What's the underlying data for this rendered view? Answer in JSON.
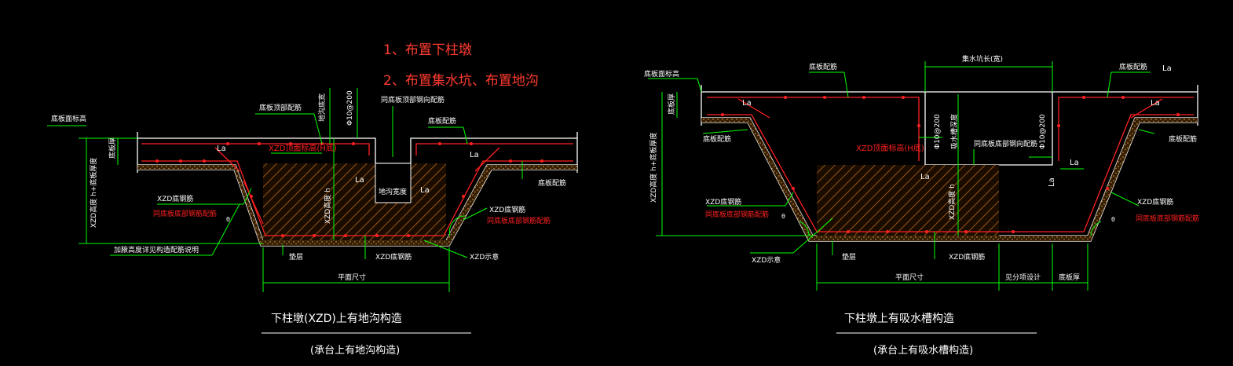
{
  "colors": {
    "background": "#000000",
    "outline": "#ffffff",
    "dimension": "#00ff00",
    "rebar": "#ff2020",
    "hatch": "#b5651d",
    "note_text": "#ff3b30"
  },
  "notes": [
    "1、布置下柱墩",
    "2、布置集水坑、布置地沟"
  ],
  "left": {
    "title": "下柱墩(XZD)上有地沟构造",
    "subtitle": "(承台上有地沟构造)",
    "labels": {
      "slab_elev": "底板面标高",
      "slab_top_rebar": "底板顶部配筋",
      "trench_width": "地沟底宽",
      "spacing": "Φ10@200",
      "same_rebar": "同底板顶部钢向配筋",
      "bottom_rebar_top": "底板配筋",
      "xzd_top_elev": "XZD顶面标高(H底)",
      "la1": "La",
      "la2": "La",
      "la3": "La",
      "la4": "La",
      "trench": "地沟宽度",
      "slab_thk": "底板厚",
      "xzd_h": "XZD高度 h",
      "xzd_total": "XZD高度 h+底板厚度",
      "slab_rebar_r": "底板配筋",
      "xzd_bottom_l": "XZD底钢筋",
      "xzd_bottom_l2": "同底板底部钢筋配筋",
      "xzd_bottom_r": "XZD底钢筋",
      "xzd_bottom_r2": "同底板底部钢筋配筋",
      "angle": "θ",
      "haunch_note": "加腋高度详见构造配筋说明",
      "cushion": "垫层",
      "xzd_bottom_rebar": "XZD底钢筋",
      "xzd_show": "XZD示意",
      "plan_size": "平面尺寸"
    }
  },
  "right": {
    "title": "下柱墩上有吸水槽构造",
    "subtitle": "(承台上有吸水槽构造)",
    "labels": {
      "slab_elev": "底板面标高",
      "slab_rebar_l": "底板配筋",
      "pit_size": "集水坑长(宽)",
      "slab_rebar_r": "底板配筋",
      "la_top": "La",
      "slab_thk": "底板厚",
      "spacing_l": "Φ10@200",
      "pit_depth": "吸水槽深度",
      "spacing_r": "Φ10@200",
      "xzd_top_elev": "XZD顶面标高(H底)",
      "same_rebar": "同底板底部钢向配筋",
      "la1": "La",
      "la2": "La",
      "la3": "La",
      "la4": "La",
      "la5": "La",
      "slab_rebar_l2": "底板配筋",
      "slab_rebar_r2": "底板配筋",
      "xzd_h": "XZD高度 h",
      "xzd_total": "XZD高度 h+底板厚度",
      "xzd_bottom_l": "XZD底钢筋",
      "xzd_bottom_l2": "同底板底部钢筋配筋",
      "xzd_bottom_r": "XZD底钢筋",
      "xzd_bottom_r2": "同底板底部钢筋配筋",
      "angle_l": "θ",
      "angle_r": "θ",
      "xzd_show": "XZD示意",
      "cushion": "垫层",
      "xzd_bottom_rebar": "XZD底钢筋",
      "plan_size": "平面尺寸",
      "see_design": "见分项设计",
      "slab_thk2": "底板厚"
    }
  }
}
